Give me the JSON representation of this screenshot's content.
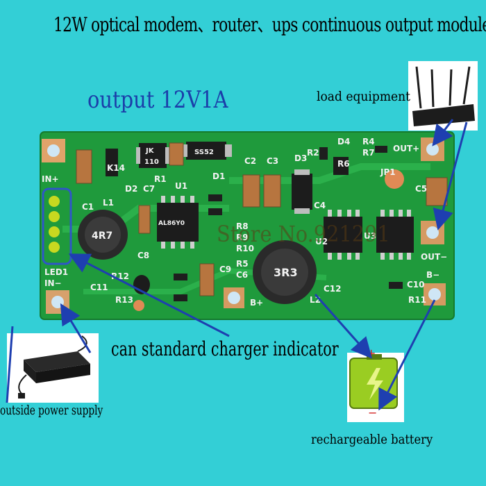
{
  "title": "12W optical modem、router、ups continuous output module",
  "output_label": "output 12V1A",
  "captions": {
    "load": "load equipment",
    "charger": "can standard charger indicator",
    "power": "outside power supply",
    "battery": "rechargeable battery"
  },
  "watermark": "Store No.921291",
  "pcb": {
    "in_plus": "IN+",
    "in_minus": "IN−",
    "out_plus": "OUT+",
    "out_minus": "OUT−",
    "b_plus": "B+",
    "b_minus": "B−",
    "led1": "LED1",
    "inductor_l1": "4R7",
    "inductor_l2": "3R3",
    "chip_u1": "AL86Y0",
    "jk_label_1": "JK",
    "jk_label_2": "110",
    "ss_label": "SS52",
    "refs": [
      "R1",
      "U1",
      "D1",
      "D2",
      "L1",
      "C1",
      "C7",
      "C8",
      "R12",
      "R13",
      "C11",
      "C9",
      "R8",
      "R9",
      "R10",
      "R5",
      "C6",
      "C2",
      "C3",
      "D3",
      "R2",
      "D4",
      "R4",
      "R7",
      "R6",
      "JP1",
      "C4",
      "C5",
      "U2",
      "U3",
      "C12",
      "L2",
      "C10",
      "R11",
      "K14"
    ]
  },
  "battery_marks": {
    "plus": "+",
    "minus": "−"
  },
  "colors": {
    "background": "#33cfd6",
    "pcb": "#1f9a3c",
    "arrow": "#1e3fb0",
    "output_text": "#1b3ea9",
    "battery_plus": "#d11a1a"
  }
}
